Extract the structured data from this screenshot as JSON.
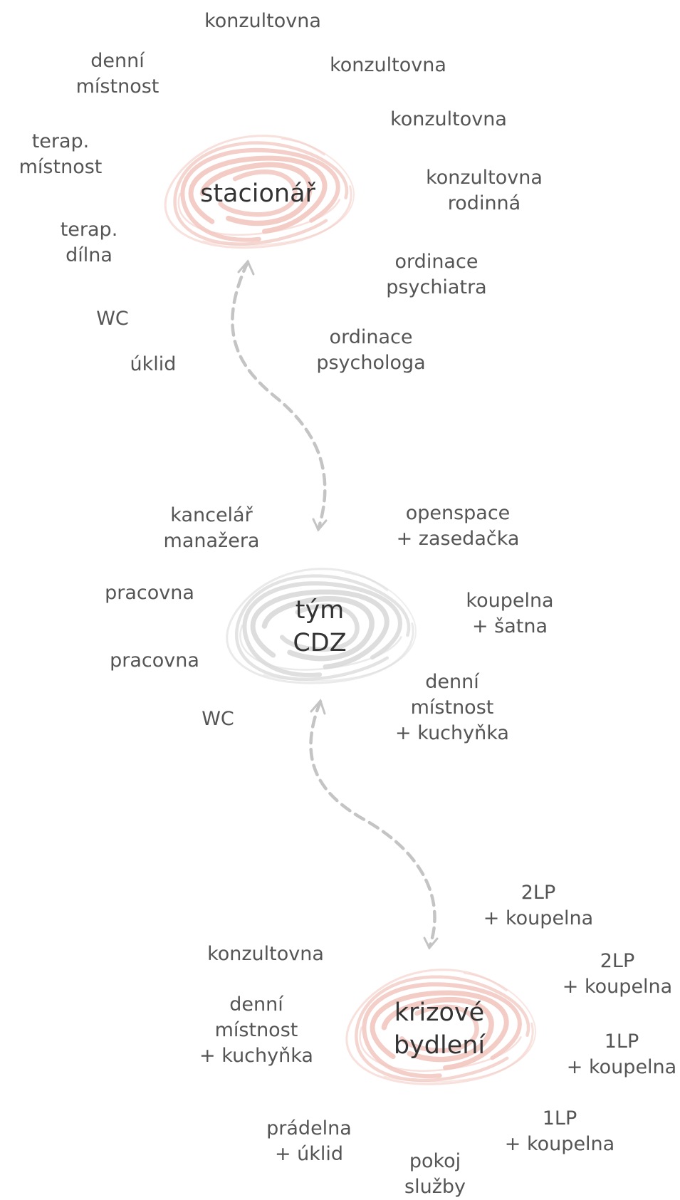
{
  "colors": {
    "pink": "#f2c7c0",
    "grey": "#d9d9d9",
    "arrow": "#c4c4c4",
    "text": "#555555",
    "hub_text": "#333333"
  },
  "hubs": {
    "stacionar": {
      "lines": [
        "stacionář"
      ]
    },
    "tym": {
      "lines": [
        "tým",
        "CDZ"
      ]
    },
    "krizove": {
      "lines": [
        "krizové",
        "bydlení"
      ]
    }
  },
  "labels": [
    {
      "lines": [
        "konzultovna"
      ]
    },
    {
      "lines": [
        "denní",
        "místnost"
      ]
    },
    {
      "lines": [
        "konzultovna"
      ]
    },
    {
      "lines": [
        "konzultovna"
      ]
    },
    {
      "lines": [
        "terap.",
        "místnost"
      ]
    },
    {
      "lines": [
        "konzultovna",
        "rodinná"
      ]
    },
    {
      "lines": [
        "terap.",
        "dílna"
      ]
    },
    {
      "lines": [
        "ordinace",
        "psychiatra"
      ]
    },
    {
      "lines": [
        "WC"
      ]
    },
    {
      "lines": [
        "ordinace",
        "psychologa"
      ]
    },
    {
      "lines": [
        "úklid"
      ]
    },
    {
      "lines": [
        "kancelář",
        "manažera"
      ]
    },
    {
      "lines": [
        "openspace",
        "+ zasedačka"
      ]
    },
    {
      "lines": [
        "pracovna"
      ]
    },
    {
      "lines": [
        "koupelna",
        "+ šatna"
      ]
    },
    {
      "lines": [
        "pracovna"
      ]
    },
    {
      "lines": [
        "denní",
        "místnost",
        "+ kuchyňka"
      ]
    },
    {
      "lines": [
        "WC"
      ]
    },
    {
      "lines": [
        "2LP",
        "+ koupelna"
      ]
    },
    {
      "lines": [
        "konzultovna"
      ]
    },
    {
      "lines": [
        "2LP",
        "+ koupelna"
      ]
    },
    {
      "lines": [
        "denní",
        "místnost",
        "+ kuchyňka"
      ]
    },
    {
      "lines": [
        "1LP",
        "+ koupelna"
      ]
    },
    {
      "lines": [
        "prádelna",
        "+ úklid"
      ]
    },
    {
      "lines": [
        "1LP",
        "+ koupelna"
      ]
    },
    {
      "lines": [
        "pokoj",
        "služby"
      ]
    }
  ]
}
